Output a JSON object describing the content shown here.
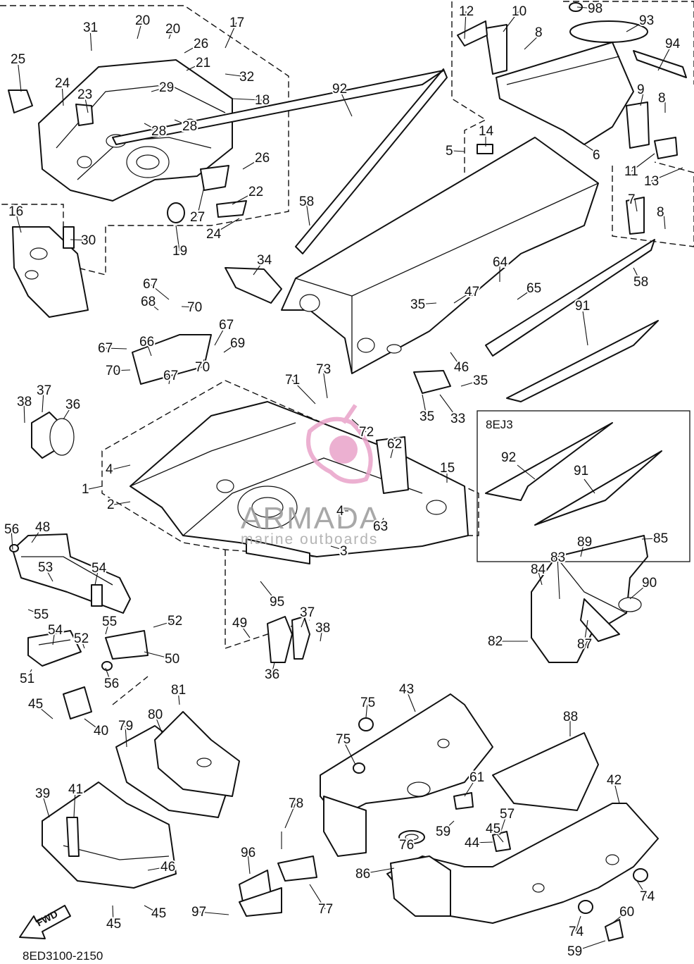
{
  "diagram": {
    "document_code": "8ED3100-2150",
    "direction_label": "FWD",
    "watermark": {
      "brand": "ARMADA",
      "tagline": "marine outboards",
      "logo_color": "#e9a3c9"
    },
    "inset_label": "8EJ3",
    "inset_callouts": [
      "92",
      "91"
    ],
    "callouts": [
      {
        "n": "12"
      },
      {
        "n": "10"
      },
      {
        "n": "98"
      },
      {
        "n": "93"
      },
      {
        "n": "8"
      },
      {
        "n": "94"
      },
      {
        "n": "9"
      },
      {
        "n": "8"
      },
      {
        "n": "5"
      },
      {
        "n": "14"
      },
      {
        "n": "6"
      },
      {
        "n": "11"
      },
      {
        "n": "13"
      },
      {
        "n": "7"
      },
      {
        "n": "8"
      },
      {
        "n": "58"
      },
      {
        "n": "64"
      },
      {
        "n": "65"
      },
      {
        "n": "47"
      },
      {
        "n": "35"
      },
      {
        "n": "46"
      },
      {
        "n": "91"
      },
      {
        "n": "35"
      },
      {
        "n": "35"
      },
      {
        "n": "33"
      },
      {
        "n": "92"
      },
      {
        "n": "58"
      },
      {
        "n": "34"
      },
      {
        "n": "31"
      },
      {
        "n": "20"
      },
      {
        "n": "20"
      },
      {
        "n": "26"
      },
      {
        "n": "17"
      },
      {
        "n": "21"
      },
      {
        "n": "32"
      },
      {
        "n": "29"
      },
      {
        "n": "18"
      },
      {
        "n": "25"
      },
      {
        "n": "24"
      },
      {
        "n": "23"
      },
      {
        "n": "28"
      },
      {
        "n": "28"
      },
      {
        "n": "26"
      },
      {
        "n": "22"
      },
      {
        "n": "27"
      },
      {
        "n": "24"
      },
      {
        "n": "19"
      },
      {
        "n": "16"
      },
      {
        "n": "30"
      },
      {
        "n": "67"
      },
      {
        "n": "68"
      },
      {
        "n": "70"
      },
      {
        "n": "67"
      },
      {
        "n": "69"
      },
      {
        "n": "67"
      },
      {
        "n": "66"
      },
      {
        "n": "70"
      },
      {
        "n": "70"
      },
      {
        "n": "67"
      },
      {
        "n": "38"
      },
      {
        "n": "37"
      },
      {
        "n": "36"
      },
      {
        "n": "71"
      },
      {
        "n": "73"
      },
      {
        "n": "72"
      },
      {
        "n": "62"
      },
      {
        "n": "15"
      },
      {
        "n": "4"
      },
      {
        "n": "1"
      },
      {
        "n": "2"
      },
      {
        "n": "4"
      },
      {
        "n": "63"
      },
      {
        "n": "3"
      },
      {
        "n": "95"
      },
      {
        "n": "56"
      },
      {
        "n": "48"
      },
      {
        "n": "53"
      },
      {
        "n": "54"
      },
      {
        "n": "55"
      },
      {
        "n": "54"
      },
      {
        "n": "55"
      },
      {
        "n": "52"
      },
      {
        "n": "52"
      },
      {
        "n": "50"
      },
      {
        "n": "51"
      },
      {
        "n": "56"
      },
      {
        "n": "45"
      },
      {
        "n": "40"
      },
      {
        "n": "49"
      },
      {
        "n": "36"
      },
      {
        "n": "37"
      },
      {
        "n": "38"
      },
      {
        "n": "89"
      },
      {
        "n": "85"
      },
      {
        "n": "84"
      },
      {
        "n": "83"
      },
      {
        "n": "90"
      },
      {
        "n": "82"
      },
      {
        "n": "87"
      },
      {
        "n": "81"
      },
      {
        "n": "80"
      },
      {
        "n": "79"
      },
      {
        "n": "39"
      },
      {
        "n": "41"
      },
      {
        "n": "46"
      },
      {
        "n": "45"
      },
      {
        "n": "45"
      },
      {
        "n": "43"
      },
      {
        "n": "75"
      },
      {
        "n": "75"
      },
      {
        "n": "88"
      },
      {
        "n": "42"
      },
      {
        "n": "61"
      },
      {
        "n": "59"
      },
      {
        "n": "57"
      },
      {
        "n": "45"
      },
      {
        "n": "44"
      },
      {
        "n": "76"
      },
      {
        "n": "78"
      },
      {
        "n": "96"
      },
      {
        "n": "77"
      },
      {
        "n": "97"
      },
      {
        "n": "86"
      },
      {
        "n": "74"
      },
      {
        "n": "74"
      },
      {
        "n": "60"
      },
      {
        "n": "59"
      }
    ]
  }
}
